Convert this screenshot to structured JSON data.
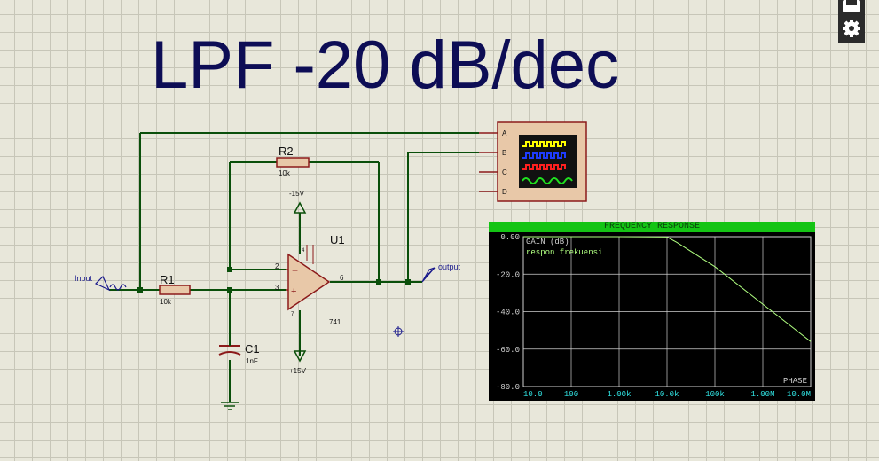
{
  "title": "LPF -20 dB/dec",
  "components": {
    "r1": {
      "name": "R1",
      "value": "10k"
    },
    "r2": {
      "name": "R2",
      "value": "10k"
    },
    "c1": {
      "name": "C1",
      "value": "1nF"
    },
    "u1": {
      "name": "U1",
      "part": "741",
      "pin_inv": "2",
      "pin_noninv": "3",
      "pin_out": "6",
      "pin4": "4",
      "pin7": "7"
    },
    "neg_supply": "-15V",
    "pos_supply": "+15V",
    "input_label": "Input",
    "output_label": "output"
  },
  "scope": {
    "channels": [
      "A",
      "B",
      "C",
      "D"
    ],
    "trace_colors": [
      "#ffff00",
      "#1e3cff",
      "#ff2020",
      "#20e020"
    ]
  },
  "freq_response": {
    "title": "FREQUENCY RESPONSE",
    "y_title": "GAIN (dB)",
    "series_label": "respon frekuensi",
    "phase_label": "PHASE",
    "y_ticks": [
      "0.00",
      "-20.0",
      "-40.0",
      "-60.0",
      "-80.0"
    ],
    "x_ticks": [
      "10.0",
      "100",
      "1.00k",
      "10.0k",
      "100k",
      "1.00M",
      "10.0M"
    ]
  },
  "chart_data": {
    "type": "line",
    "title": "FREQUENCY RESPONSE",
    "ylabel": "GAIN (dB)",
    "xlabel": "",
    "x_scale": "log",
    "xlim": [
      10,
      10000000
    ],
    "ylim": [
      -80,
      0
    ],
    "grid": true,
    "series": [
      {
        "name": "respon frekuensi",
        "color": "#b0ff80",
        "x": [
          10,
          100,
          1000,
          10000,
          15915,
          100000,
          1000000,
          10000000
        ],
        "y": [
          0,
          0,
          0,
          -0.2,
          -3,
          -16,
          -36,
          -56
        ]
      }
    ]
  },
  "icons": {
    "toolbar": [
      "camera-icon",
      "gear-icon"
    ]
  }
}
